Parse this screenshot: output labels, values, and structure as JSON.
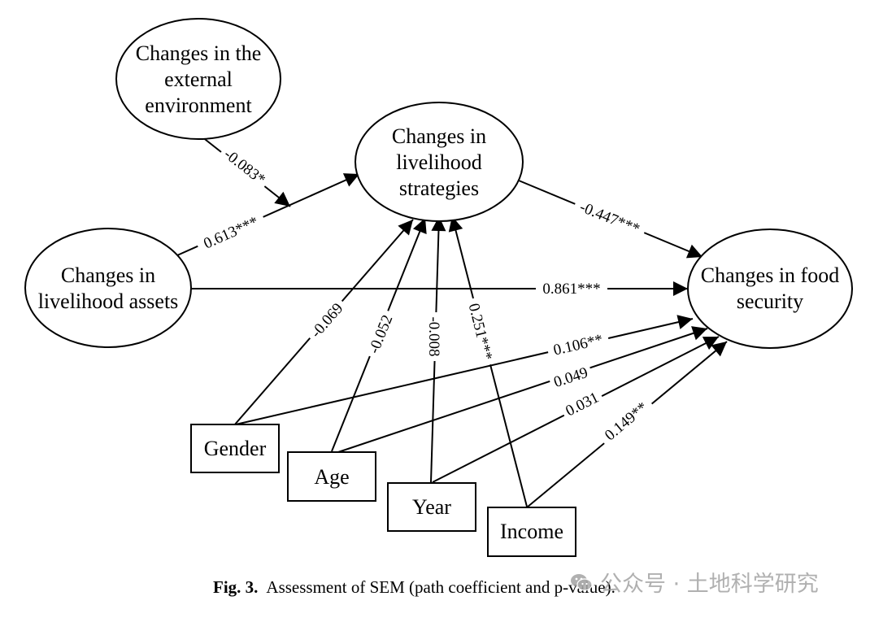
{
  "nodes": {
    "external": {
      "lines": [
        "Changes in the",
        "external",
        "environment"
      ]
    },
    "strategies": {
      "lines": [
        "Changes in",
        "livelihood",
        "strategies"
      ]
    },
    "assets": {
      "lines": [
        "Changes in",
        "livelihood assets"
      ]
    },
    "food": {
      "lines": [
        "Changes in food",
        "security"
      ]
    },
    "gender": {
      "lines": [
        "Gender"
      ]
    },
    "age": {
      "lines": [
        "Age"
      ]
    },
    "year": {
      "lines": [
        "Year"
      ]
    },
    "income": {
      "lines": [
        "Income"
      ]
    }
  },
  "edges": {
    "external_to_strategies": "-0.083*",
    "assets_to_strategies": "0.613***",
    "strategies_to_food": "-0.447***",
    "assets_to_food": "0.861***",
    "gender_to_strategies": "-0.069",
    "age_to_strategies": "-0.052",
    "year_to_strategies": "-0.008",
    "income_to_strategies": "0.251***",
    "gender_to_food": "0.106**",
    "age_to_food": "0.049",
    "year_to_food": "0.031",
    "income_to_food": "0.149**"
  },
  "caption": {
    "figure_number": "Fig. 3.",
    "text": "Assessment of SEM (path coefficient and p-value)."
  },
  "watermark": {
    "text": "公众号 · 土地科学研究"
  }
}
